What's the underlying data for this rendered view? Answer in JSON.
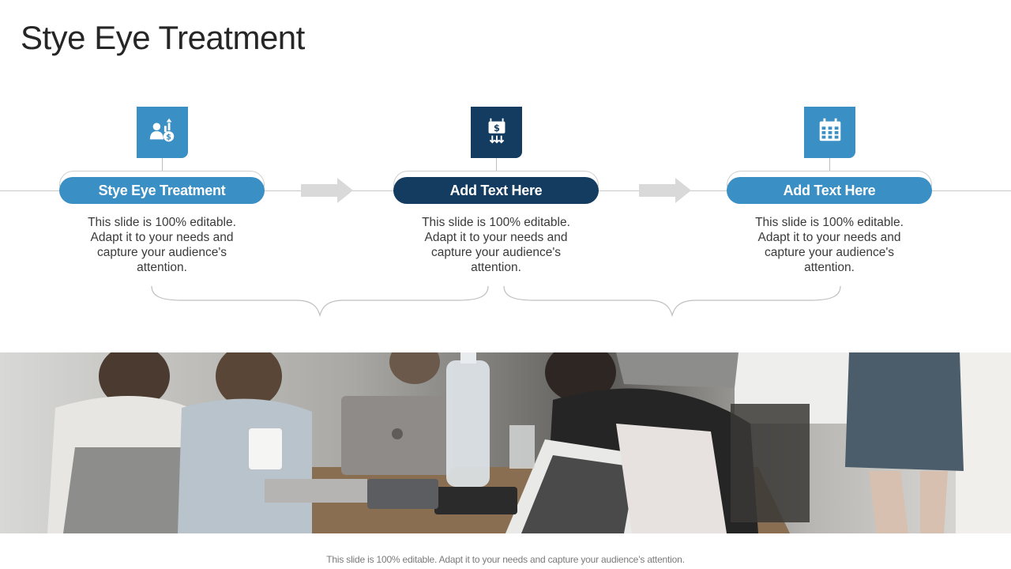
{
  "title": "Stye Eye Treatment",
  "steps": [
    {
      "label": "Stye Eye Treatment",
      "icon": "investor-dollar-icon",
      "color": "#3a8fc4",
      "description": "This slide is 100% editable. Adapt it to your needs and capture your audience's attention."
    },
    {
      "label": "Add Text Here",
      "icon": "money-transfer-icon",
      "color": "#143c60",
      "description": "This slide is 100% editable. Adapt it to your needs and capture your audience's attention."
    },
    {
      "label": "Add Text Here",
      "icon": "calendar-icon",
      "color": "#3a8fc4",
      "description": "This slide is 100% editable. Adapt it to your needs and capture your audience's attention."
    }
  ],
  "footer": "This slide is 100% editable. Adapt it to your needs and capture your audience’s attention."
}
